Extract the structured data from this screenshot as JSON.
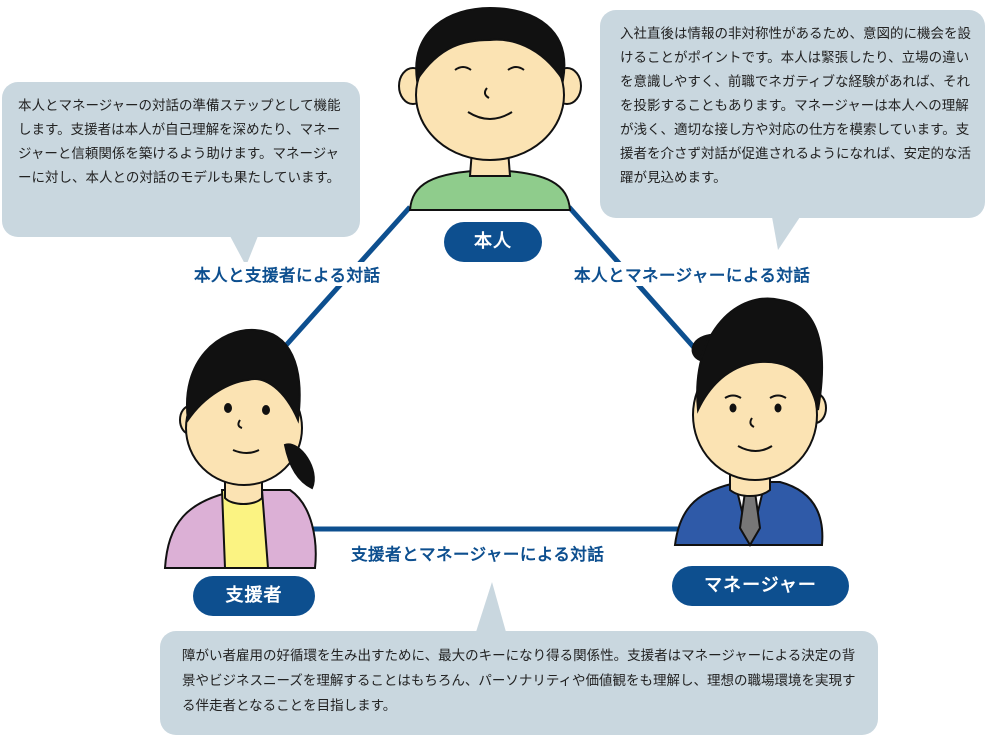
{
  "roles": {
    "person": "本人",
    "supporter": "支援者",
    "manager": "マネージャー"
  },
  "edges": {
    "person_supporter": "本人と支援者による対話",
    "person_manager": "本人とマネージャーによる対話",
    "supporter_manager": "支援者とマネージャーによる対話"
  },
  "bubbles": {
    "left": "本人とマネージャーの対話の準備ステップとして機能します。支援者は本人が自己理解を深めたり、マネージャーと信頼関係を築けるよう助けます。マネージャーに対し、本人との対話のモデルも果たしています。",
    "right": "入社直後は情報の非対称性があるため、意図的に機会を設けることがポイントです。本人は緊張したり、立場の違いを意識しやすく、前職でネガティブな経験があれば、それを投影することもあります。マネージャーは本人への理解が浅く、適切な接し方や対応の仕方を模索しています。支援者を介さず対話が促進されるようになれば、安定的な活躍が見込めます。",
    "bottom": "障がい者雇用の好循環を生み出すために、最大のキーになり得る関係性。支援者はマネージャーによる決定の背景やビジネスニーズを理解することはもちろん、パーソナリティや価値観をも理解し、理想の職場環境を実現する伴走者となることを目指します。"
  },
  "colors": {
    "accent": "#0d4f8f",
    "bubble": "#c9d7df",
    "skin": "#fbe3b3",
    "hair": "#111111",
    "person_shirt": "#8fcc8c",
    "supporter_cardigan": "#dcb0d6",
    "supporter_shirt": "#fbf382",
    "manager_suit": "#2f5aa8",
    "manager_tie": "#777777"
  }
}
